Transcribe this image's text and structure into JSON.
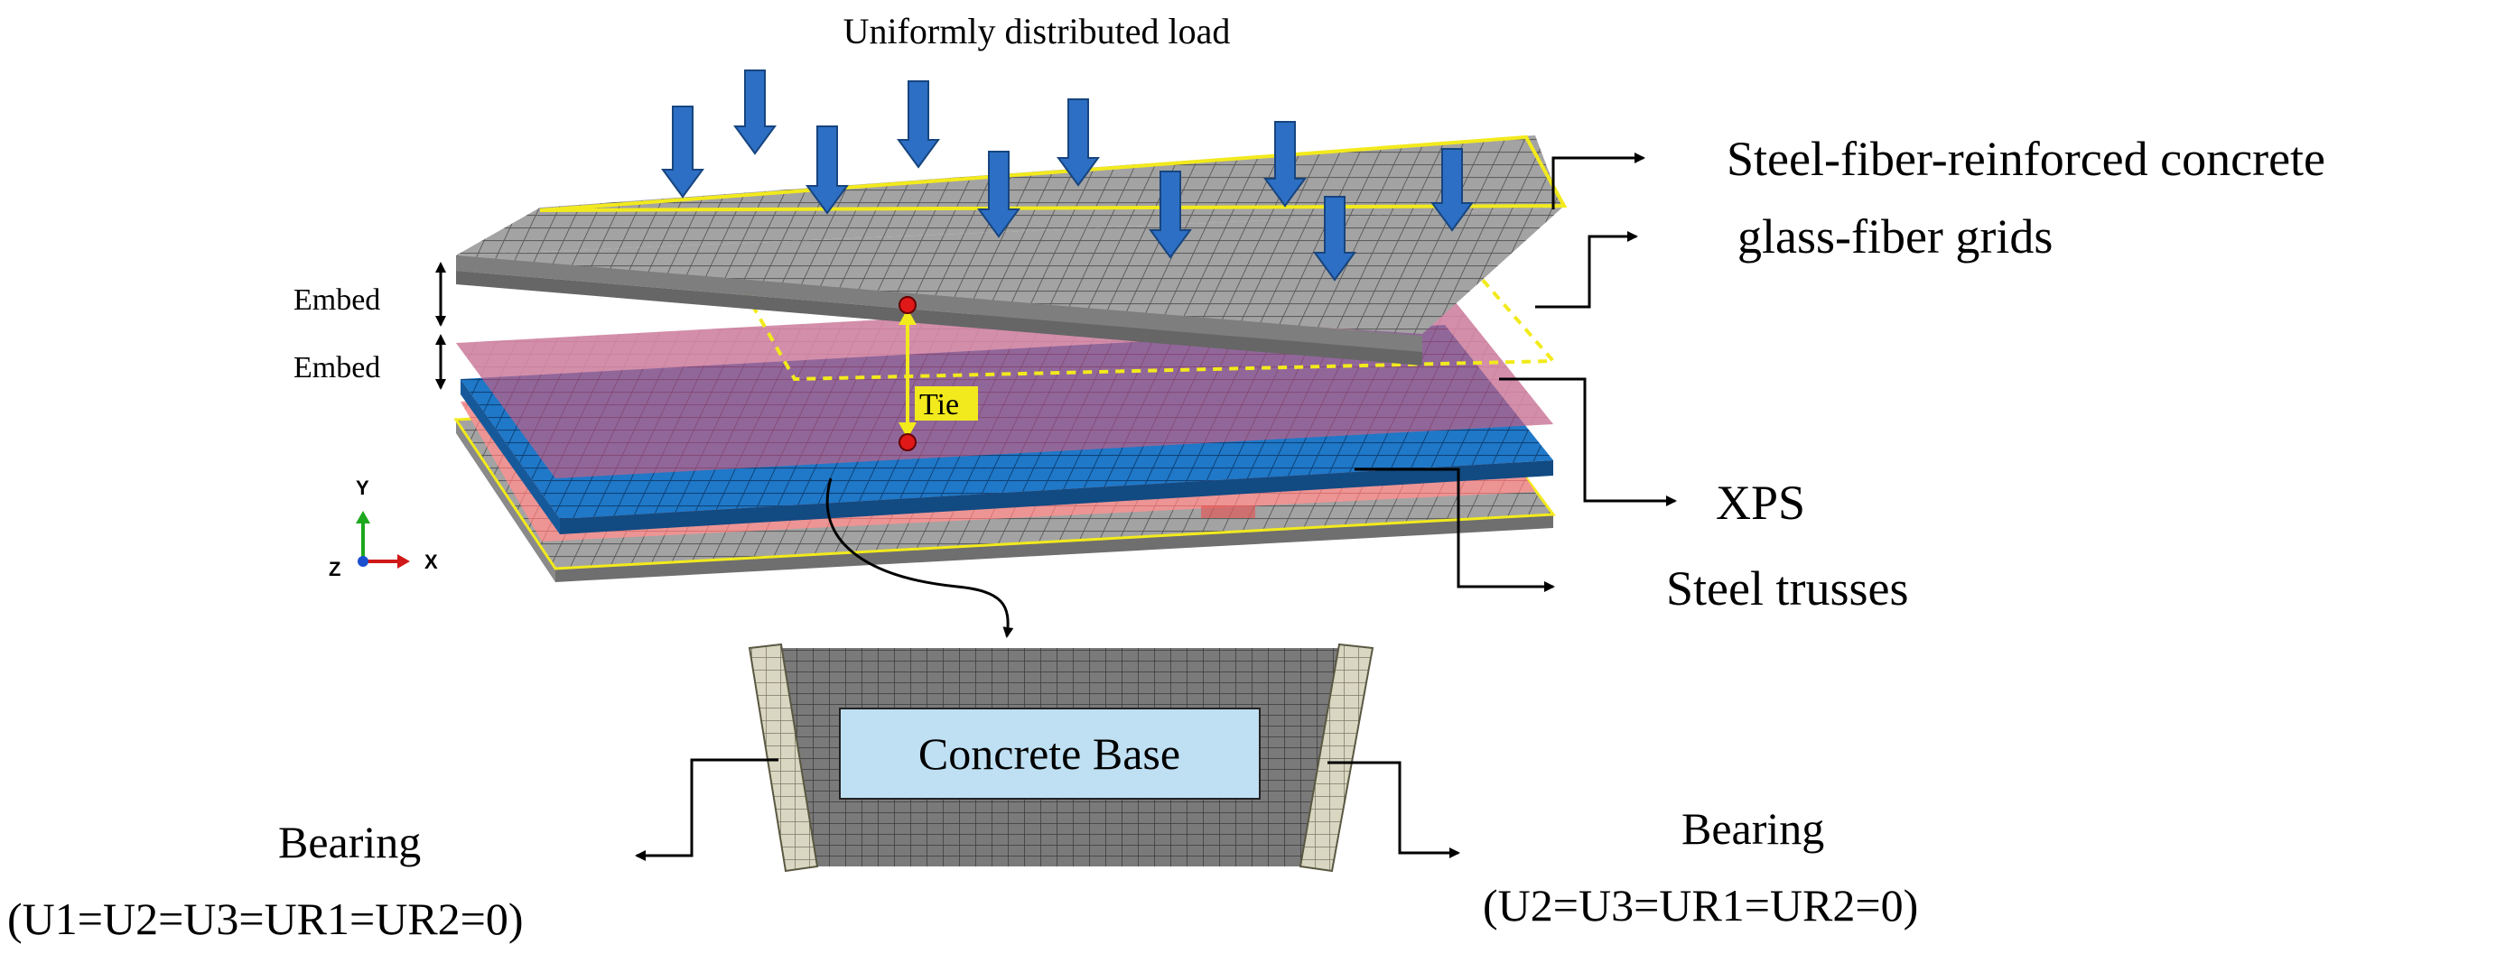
{
  "title": "Uniformly distributed load",
  "layers": {
    "concrete_top": "Steel-fiber-reinforced concrete",
    "grids": "glass-fiber grids",
    "xps": "XPS",
    "trusses": "Steel trusses"
  },
  "constraints": {
    "embed_1": "Embed",
    "embed_2": "Embed",
    "tie": "Tie"
  },
  "axes": {
    "y": "Y",
    "x": "X",
    "z": "Z"
  },
  "base": {
    "label": "Concrete Base",
    "bearing_left": {
      "title": "Bearing",
      "condition": "(U1=U2=U3=UR1=UR2=0)"
    },
    "bearing_right": {
      "title": "Bearing",
      "condition": "(U2=U3=UR1=UR2=0)"
    }
  },
  "colors": {
    "concrete_gray": "#a0a0a0",
    "grid_red": "#f08a8a",
    "xps_blue": "#1f78c8",
    "highlight_yellow": "#f2ea1c",
    "load_arrow": "#2d6fc4",
    "base_label_fill": "#bfdff2"
  }
}
